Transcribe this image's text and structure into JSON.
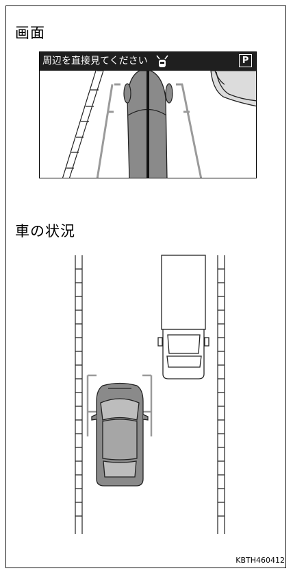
{
  "headings": {
    "screen": "画面",
    "situation": "車の状況"
  },
  "screen": {
    "message": "周辺を直接見てください",
    "gear_indicator": "P",
    "icons": [
      "parking-sensor-icon"
    ]
  },
  "figure_code": "KBTH460412",
  "colors": {
    "screen_bar": "#1f1f1f",
    "own_car_body": "#8a8a8a",
    "guide_lines": "#9a9a9a"
  }
}
